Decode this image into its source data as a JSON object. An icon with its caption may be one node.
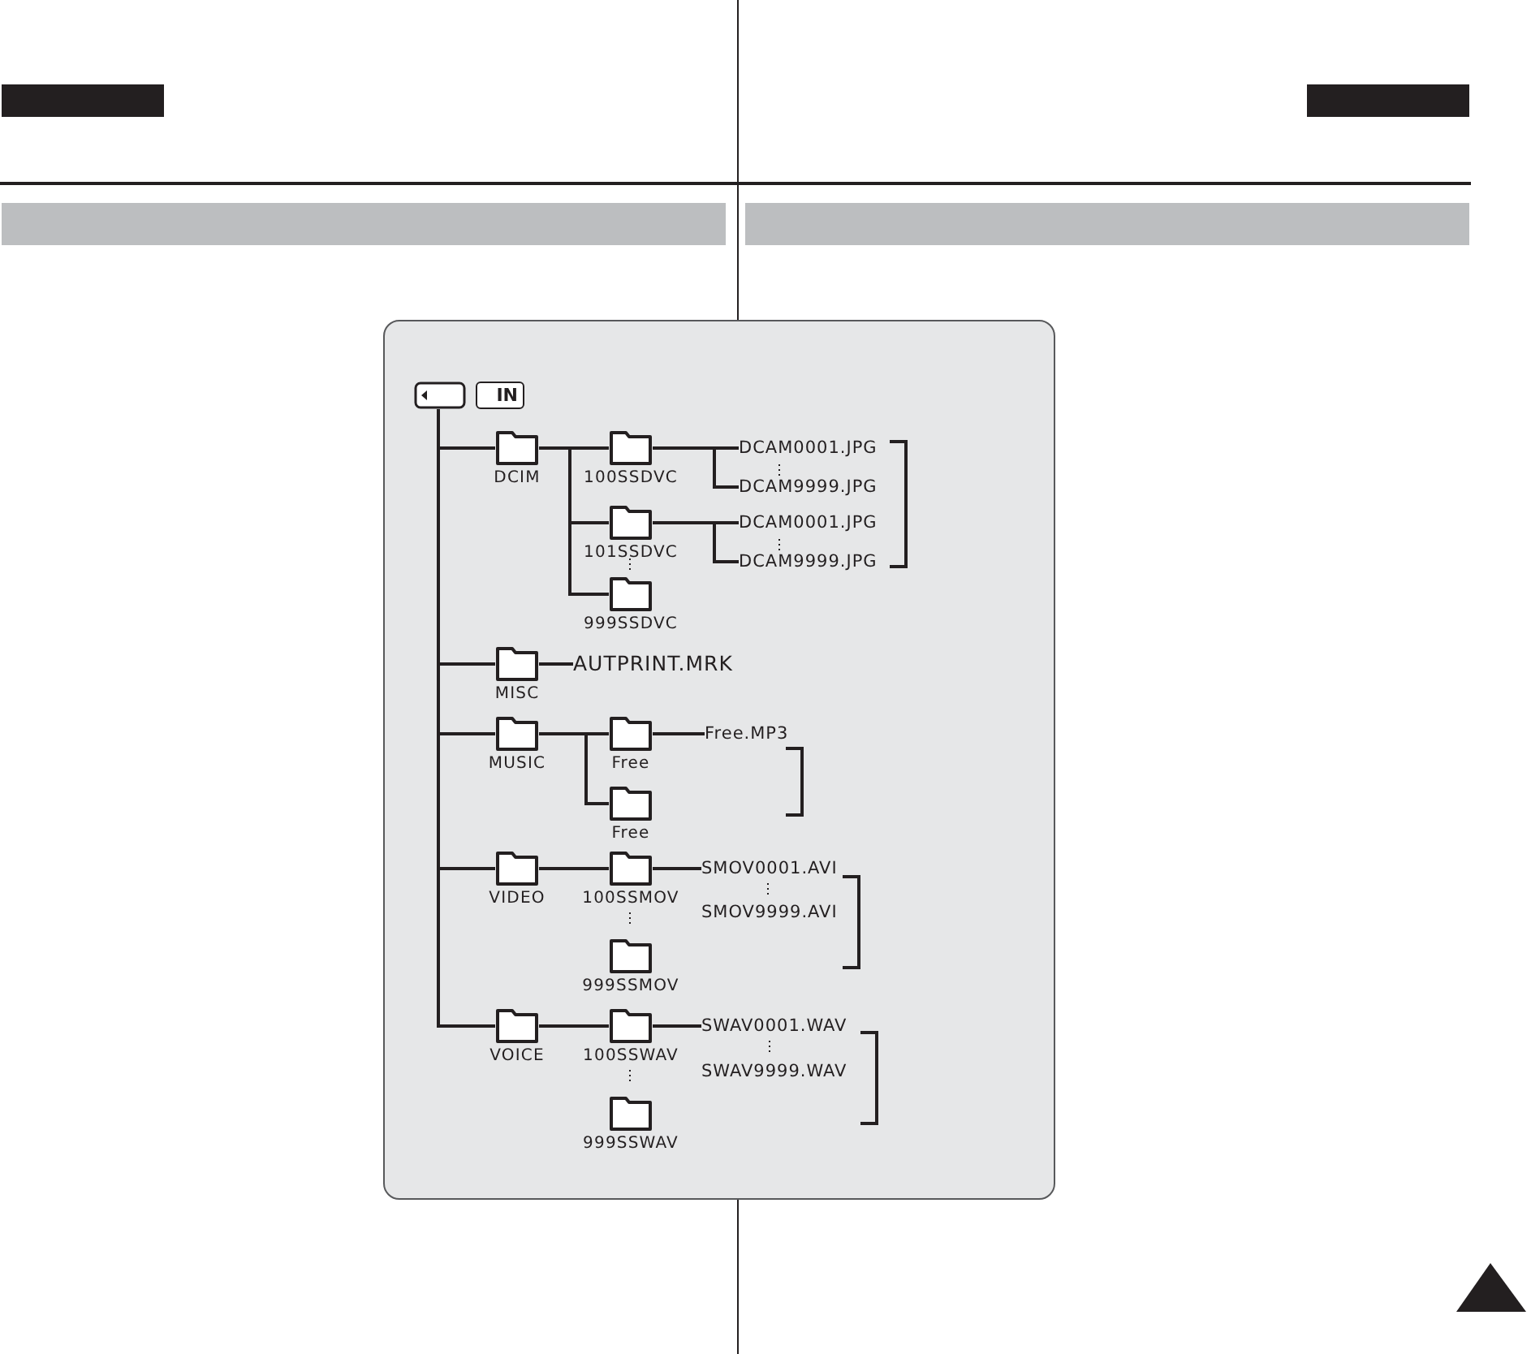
{
  "diagram": {
    "nodes": [
      {
        "text": [],
        "shape": "box"
      },
      {
        "text": [
          "IN"
        ]
      },
      {
        "text": [
          "DCIM"
        ]
      },
      {
        "text": [
          "100SSDVC"
        ]
      },
      {
        "text": [
          "101SSDVC"
        ]
      },
      {
        "text": [
          "999SSDVC"
        ]
      },
      {
        "text": [
          "DCAM0001.JPG"
        ]
      },
      {
        "text": [
          "DCAM9999.JPG"
        ]
      },
      {
        "text": [
          "DCAM0001.JPG"
        ]
      },
      {
        "text": [
          "DCAM9999.JPG"
        ]
      },
      {
        "text": [
          "MISC"
        ]
      },
      {
        "text": [
          "AUTPRINT.MRK"
        ]
      },
      {
        "text": [
          "MUSIC"
        ]
      },
      {
        "text": [
          "Free"
        ]
      },
      {
        "text": [
          "Free"
        ]
      },
      {
        "text": [
          "Free.MP3"
        ]
      },
      {
        "text": [
          "VIDEO"
        ]
      },
      {
        "text": [
          "100SSMOV"
        ]
      },
      {
        "text": [
          "999SSMOV"
        ]
      },
      {
        "text": [
          "SMOV0001.AVI"
        ]
      },
      {
        "text": [
          "SMOV9999.AVI"
        ]
      },
      {
        "text": [
          "VOICE"
        ]
      },
      {
        "text": [
          "100SSWAV"
        ]
      },
      {
        "text": [
          "999SSWAV"
        ]
      },
      {
        "text": [
          "SWAV0001.WAV"
        ]
      },
      {
        "text": [
          "SWAV9999.WAV"
        ]
      }
    ],
    "edges": [
      {
        "from": 0,
        "to": 2,
        "arrow": "none"
      },
      {
        "from": 0,
        "to": 10,
        "arrow": "none"
      },
      {
        "from": 0,
        "to": 12,
        "arrow": "none"
      },
      {
        "from": 0,
        "to": 16,
        "arrow": "none"
      },
      {
        "from": 0,
        "to": 21,
        "arrow": "none"
      },
      {
        "from": 2,
        "to": 3,
        "arrow": "none"
      },
      {
        "from": 2,
        "to": 4,
        "arrow": "none"
      },
      {
        "from": 2,
        "to": 5,
        "arrow": "none"
      },
      {
        "from": 3,
        "to": 6,
        "arrow": "none"
      },
      {
        "from": 3,
        "to": 7,
        "arrow": "none"
      },
      {
        "from": 4,
        "to": 8,
        "arrow": "none"
      },
      {
        "from": 4,
        "to": 9,
        "arrow": "none"
      },
      {
        "from": 10,
        "to": 11,
        "arrow": "none"
      },
      {
        "from": 12,
        "to": 13,
        "arrow": "none"
      },
      {
        "from": 12,
        "to": 14,
        "arrow": "none"
      },
      {
        "from": 13,
        "to": 15,
        "arrow": "none"
      },
      {
        "from": 16,
        "to": 17,
        "arrow": "none"
      },
      {
        "from": 17,
        "to": 19,
        "arrow": "none"
      },
      {
        "from": 21,
        "to": 22,
        "arrow": "none"
      },
      {
        "from": 22,
        "to": 24,
        "arrow": "none"
      }
    ]
  }
}
